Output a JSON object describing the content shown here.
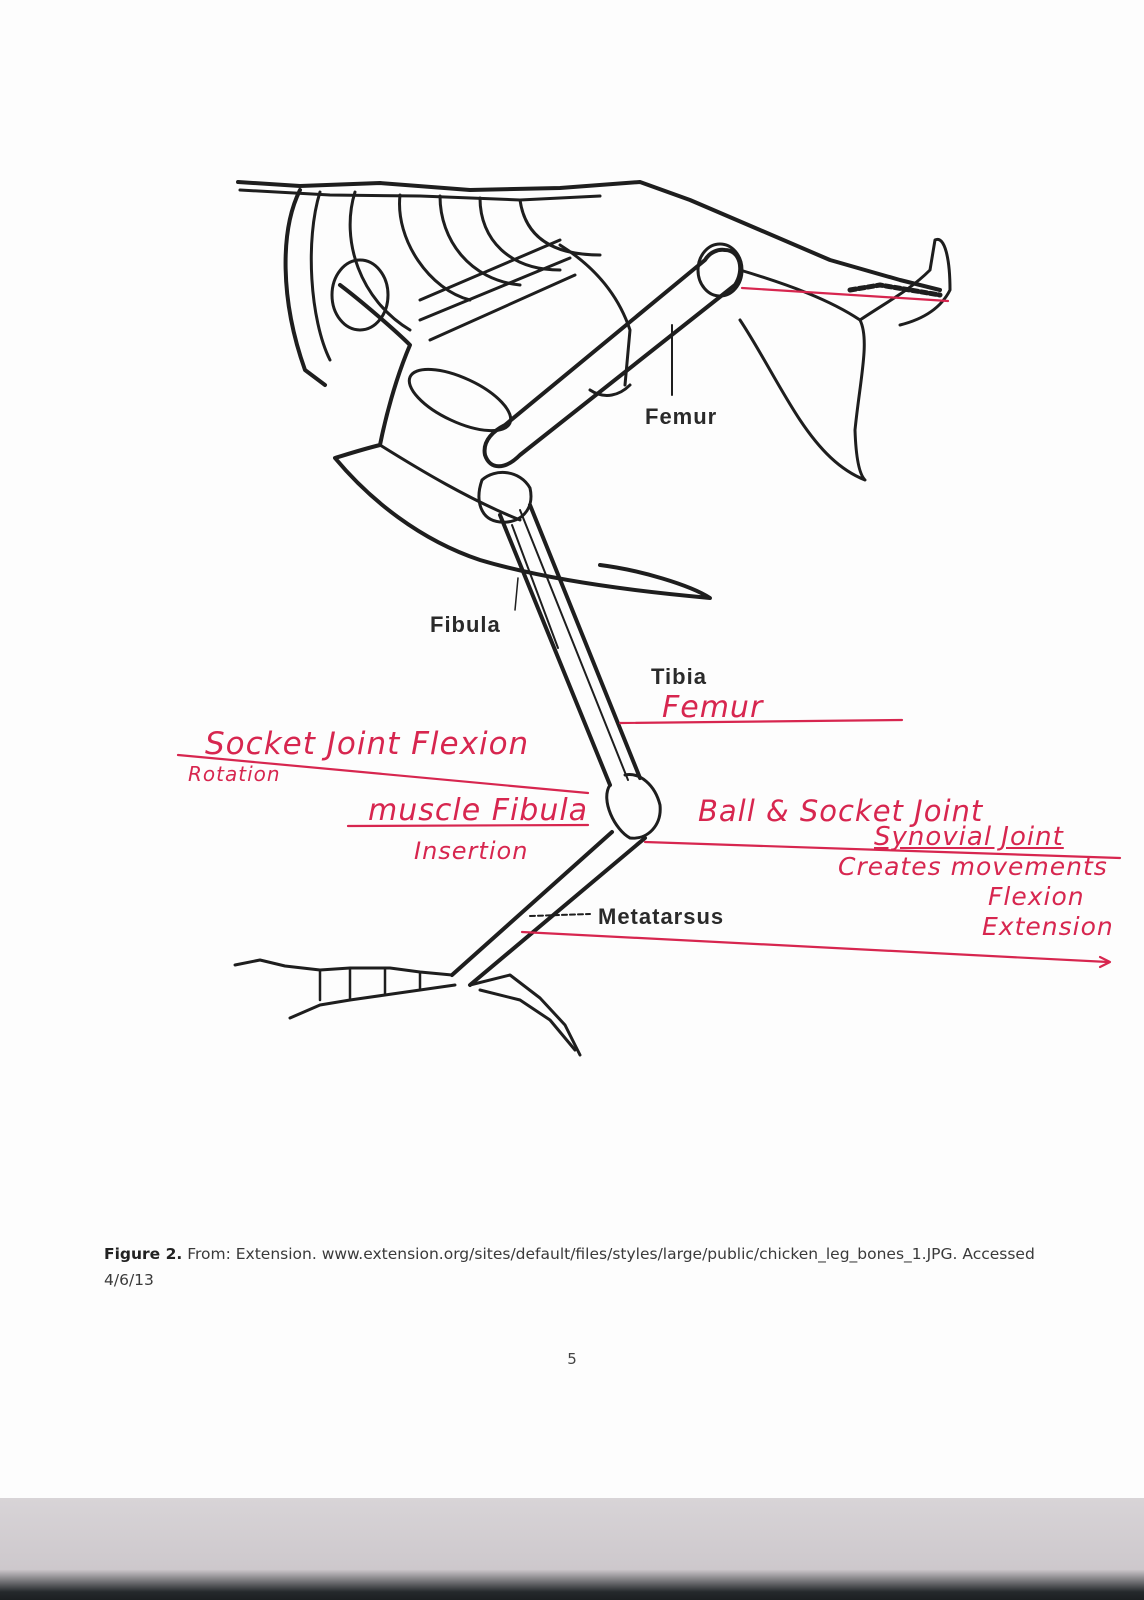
{
  "figure": {
    "printed_labels": {
      "femur": "Femur",
      "fibula": "Fibula",
      "tibia": "Tibia",
      "metatarsus": "Metatarsus"
    },
    "handwritten": {
      "femur": "Femur",
      "socket_joint_flexion": "Socket Joint Flexion",
      "rotation": "Rotation",
      "muscle_fibula": "muscle Fibula",
      "insertion": "Insertion",
      "ball_socket_joint": "Ball & Socket Joint",
      "synovial_joint": "Synovial Joint",
      "creates_movements": "Creates movements",
      "flexion": "Flexion",
      "extension": "Extension"
    },
    "colors": {
      "ink": "#1e1e1e",
      "annotation": "#d7264f"
    }
  },
  "caption": {
    "label": "Figure 2.",
    "text": "From: Extension. www.extension.org/sites/default/files/styles/large/public/chicken_leg_bones_1.JPG. Accessed 4/6/13"
  },
  "page_number": "5"
}
